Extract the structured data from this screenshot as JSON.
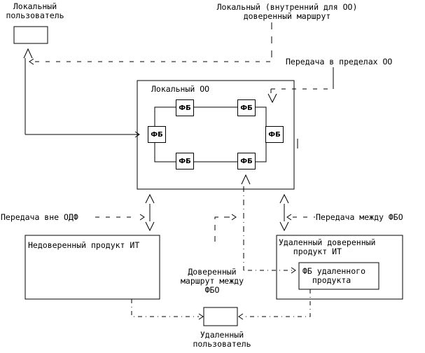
{
  "labels": {
    "local_user": "Локальный\nпользователь",
    "local_trusted_route": "Локальный (внутренний для ОО)\nдоверенный маршрут",
    "transfer_within_toe": "Передача в пределах ОО",
    "local_toe": "Локальный ОО",
    "transfer_outside_tsf": "Передача вне ОДФ",
    "transfer_between_tsf": "Передача между ФБО",
    "untrusted_it_product": "Недоверенный продукт ИТ",
    "remote_trusted_it_product": "Удаленный доверенный\n   продукт ИТ",
    "remote_product_fb": "ФБ удаленного\n  продукта",
    "trusted_route_between_tsf": "Доверенный\nмаршрут между\nФБО",
    "remote_user": "Удаленный\nпользователь"
  },
  "fb_blocks": [
    "ФБ",
    "ФБ",
    "ФБ",
    "ФБ",
    "ФБ",
    "ФБ"
  ]
}
